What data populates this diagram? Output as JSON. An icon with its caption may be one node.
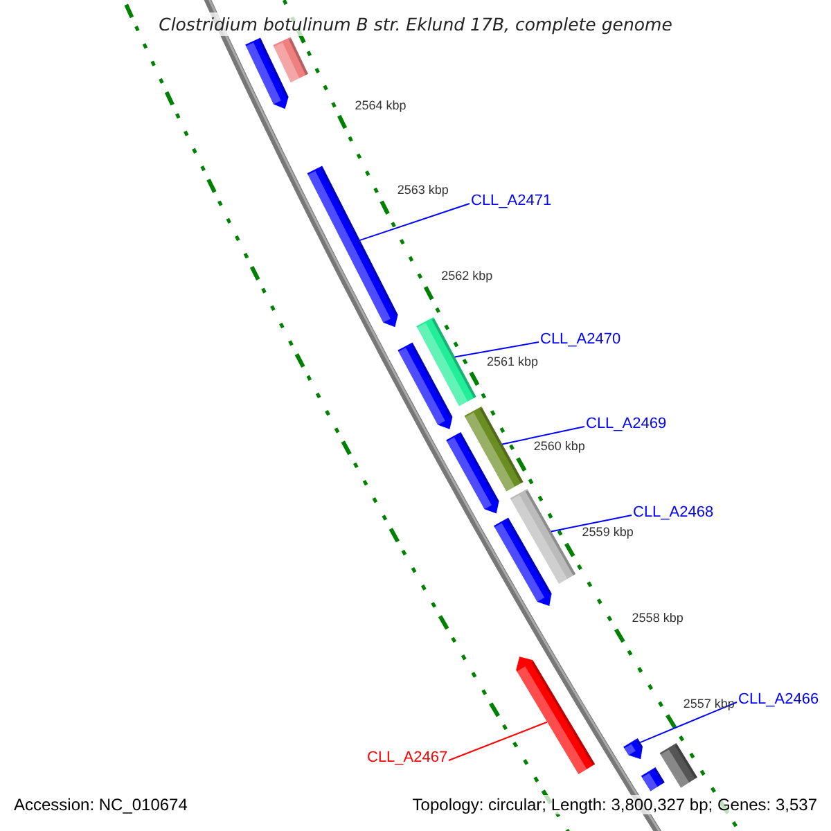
{
  "diagram": {
    "title": "Clostridium botulinum B str. Eklund 17B, complete genome",
    "nodes": [
      {
        "text": [],
        "shape": "arrow"
      },
      {
        "text": [],
        "shape": "bar"
      },
      {
        "text": [
          "CLL_A2471"
        ]
      },
      {
        "text": [],
        "shape": "arrow"
      },
      {
        "text": [
          "CLL_A2470"
        ]
      },
      {
        "text": [],
        "shape": "bar"
      },
      {
        "text": [],
        "shape": "arrow"
      },
      {
        "text": [
          "CLL_A2469"
        ]
      },
      {
        "text": [],
        "shape": "bar"
      },
      {
        "text": [],
        "shape": "arrow"
      },
      {
        "text": [
          "CLL_A2468"
        ]
      },
      {
        "text": [],
        "shape": "bar"
      },
      {
        "text": [],
        "shape": "arrow"
      },
      {
        "text": [],
        "shape": "arrow"
      },
      {
        "text": [
          "CLL_A2466"
        ]
      },
      {
        "text": [
          "CLL_A2467"
        ]
      },
      {
        "text": [],
        "shape": "arrow"
      },
      {
        "text": [],
        "shape": "bar"
      },
      {
        "text": [],
        "shape": "bar"
      }
    ],
    "edges": [
      {
        "from": 2,
        "to": 3,
        "arrow": "none"
      },
      {
        "from": 4,
        "to": 5,
        "arrow": "none"
      },
      {
        "from": 7,
        "to": 8,
        "arrow": "none"
      },
      {
        "from": 10,
        "to": 11,
        "arrow": "none"
      },
      {
        "from": 15,
        "to": 13,
        "arrow": "none",
        "color": "#ff0000"
      },
      {
        "from": 14,
        "to": 16,
        "arrow": "none"
      }
    ],
    "labels": [
      "2564 kbp",
      "2563 kbp",
      "2562 kbp",
      "2561 kbp",
      "2560 kbp",
      "2559 kbp",
      "2558 kbp",
      "2557 kbp",
      "Accession: NC_010674",
      "Topology: circular; Length: 3,800,327 bp; Genes: 3,537"
    ]
  }
}
